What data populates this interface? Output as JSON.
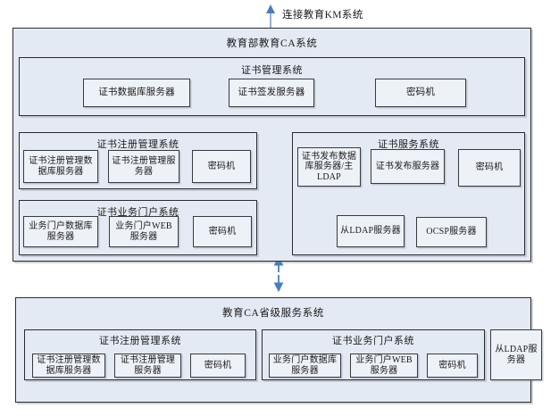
{
  "diagram": {
    "title_top_link": "连接教育KM系统",
    "accent_color": "#4a7ebb",
    "container_fill": "#e4eaf4",
    "node_fill": "#edf1f8",
    "border_color": "#2b2b2b"
  },
  "ministry_system": {
    "title": "教育部教育CA系统",
    "cert_management": {
      "title": "证书管理系统",
      "nodes": [
        {
          "label": "证书数据库服务器"
        },
        {
          "label": "证书签发服务器"
        },
        {
          "label": "密码机"
        }
      ]
    },
    "cert_registration": {
      "title": "证书注册管理系统",
      "nodes": [
        {
          "label": "证书注册管理数据库服务器"
        },
        {
          "label": "证书注册管理服务器"
        },
        {
          "label": "密码机"
        }
      ]
    },
    "cert_portal": {
      "title": "证书业务门户系统",
      "nodes": [
        {
          "label": "业务门户数据库服务器"
        },
        {
          "label": "业务门户WEB服务器"
        },
        {
          "label": "密码机"
        }
      ]
    },
    "cert_service": {
      "title": "证书服务系统",
      "nodes": [
        {
          "label": "证书发布数据库服务器/主LDAP"
        },
        {
          "label": "证书发布服务器"
        },
        {
          "label": "密码机"
        },
        {
          "label": "从LDAP服务器"
        },
        {
          "label": "OCSP服务器"
        }
      ]
    }
  },
  "province_system": {
    "title": "教育CA省级服务系统",
    "cert_registration": {
      "title": "证书注册管理系统",
      "nodes": [
        {
          "label": "证书注册管理数据库服务器"
        },
        {
          "label": "证书注册管理服务器"
        },
        {
          "label": "密码机"
        }
      ]
    },
    "cert_portal": {
      "title": "证书业务门户系统",
      "nodes": [
        {
          "label": "业务门户数据库服务器"
        },
        {
          "label": "业务门户WEB服务器"
        },
        {
          "label": "密码机"
        }
      ]
    },
    "slave_ldap": {
      "label": "从LDAP服务器"
    }
  }
}
